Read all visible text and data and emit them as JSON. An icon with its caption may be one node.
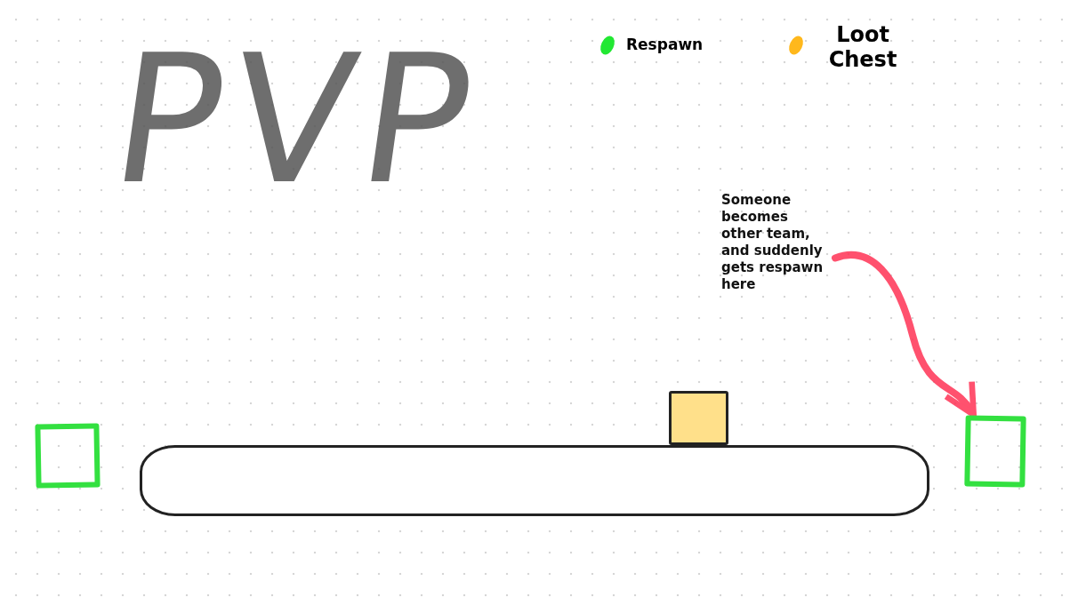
{
  "diagram": {
    "title": "PVP",
    "nodes": [
      {
        "text": [],
        "shape": "bar"
      },
      {
        "text": [],
        "shape": "box"
      },
      {
        "text": [],
        "shape": "box"
      },
      {
        "text": [],
        "shape": "box"
      },
      {
        "text": [
          "Someone becomes other team, and suddenly gets respawn here"
        ]
      }
    ],
    "edges": [
      {
        "from": 4,
        "to": 3,
        "arrow": "to"
      }
    ],
    "legend": [
      {
        "text": "Respawn",
        "color": "#22e833"
      },
      {
        "text": "Loot Chest",
        "color": "#ffb81c"
      }
    ]
  }
}
